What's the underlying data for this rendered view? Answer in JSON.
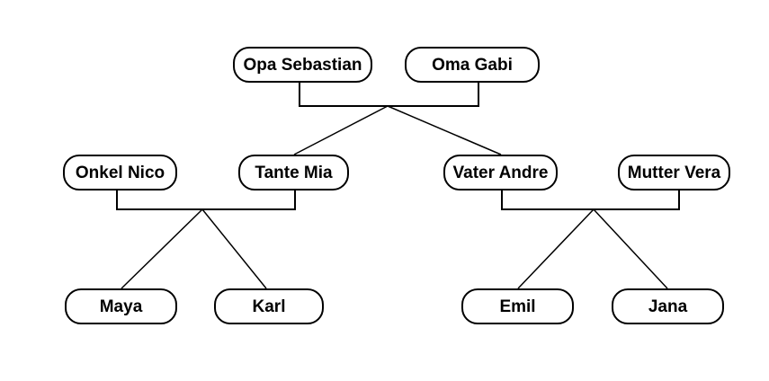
{
  "diagram": {
    "type": "family-tree",
    "colors": {
      "background": "#ffffff",
      "stroke": "#000000",
      "node_fill": "#ffffff",
      "text": "#000000"
    },
    "nodes": {
      "opa_sebastian": {
        "label": "Opa Sebastian"
      },
      "oma_gabi": {
        "label": "Oma Gabi"
      },
      "onkel_nico": {
        "label": "Onkel Nico"
      },
      "tante_mia": {
        "label": "Tante Mia"
      },
      "vater_andre": {
        "label": "Vater Andre"
      },
      "mutter_vera": {
        "label": "Mutter Vera"
      },
      "maya": {
        "label": "Maya"
      },
      "karl": {
        "label": "Karl"
      },
      "emil": {
        "label": "Emil"
      },
      "jana": {
        "label": "Jana"
      }
    },
    "families": [
      {
        "parents": [
          "Opa Sebastian",
          "Oma Gabi"
        ],
        "children": [
          "Tante Mia",
          "Vater Andre"
        ]
      },
      {
        "parents": [
          "Onkel Nico",
          "Tante Mia"
        ],
        "children": [
          "Maya",
          "Karl"
        ]
      },
      {
        "parents": [
          "Vater Andre",
          "Mutter Vera"
        ],
        "children": [
          "Emil",
          "Jana"
        ]
      }
    ]
  }
}
